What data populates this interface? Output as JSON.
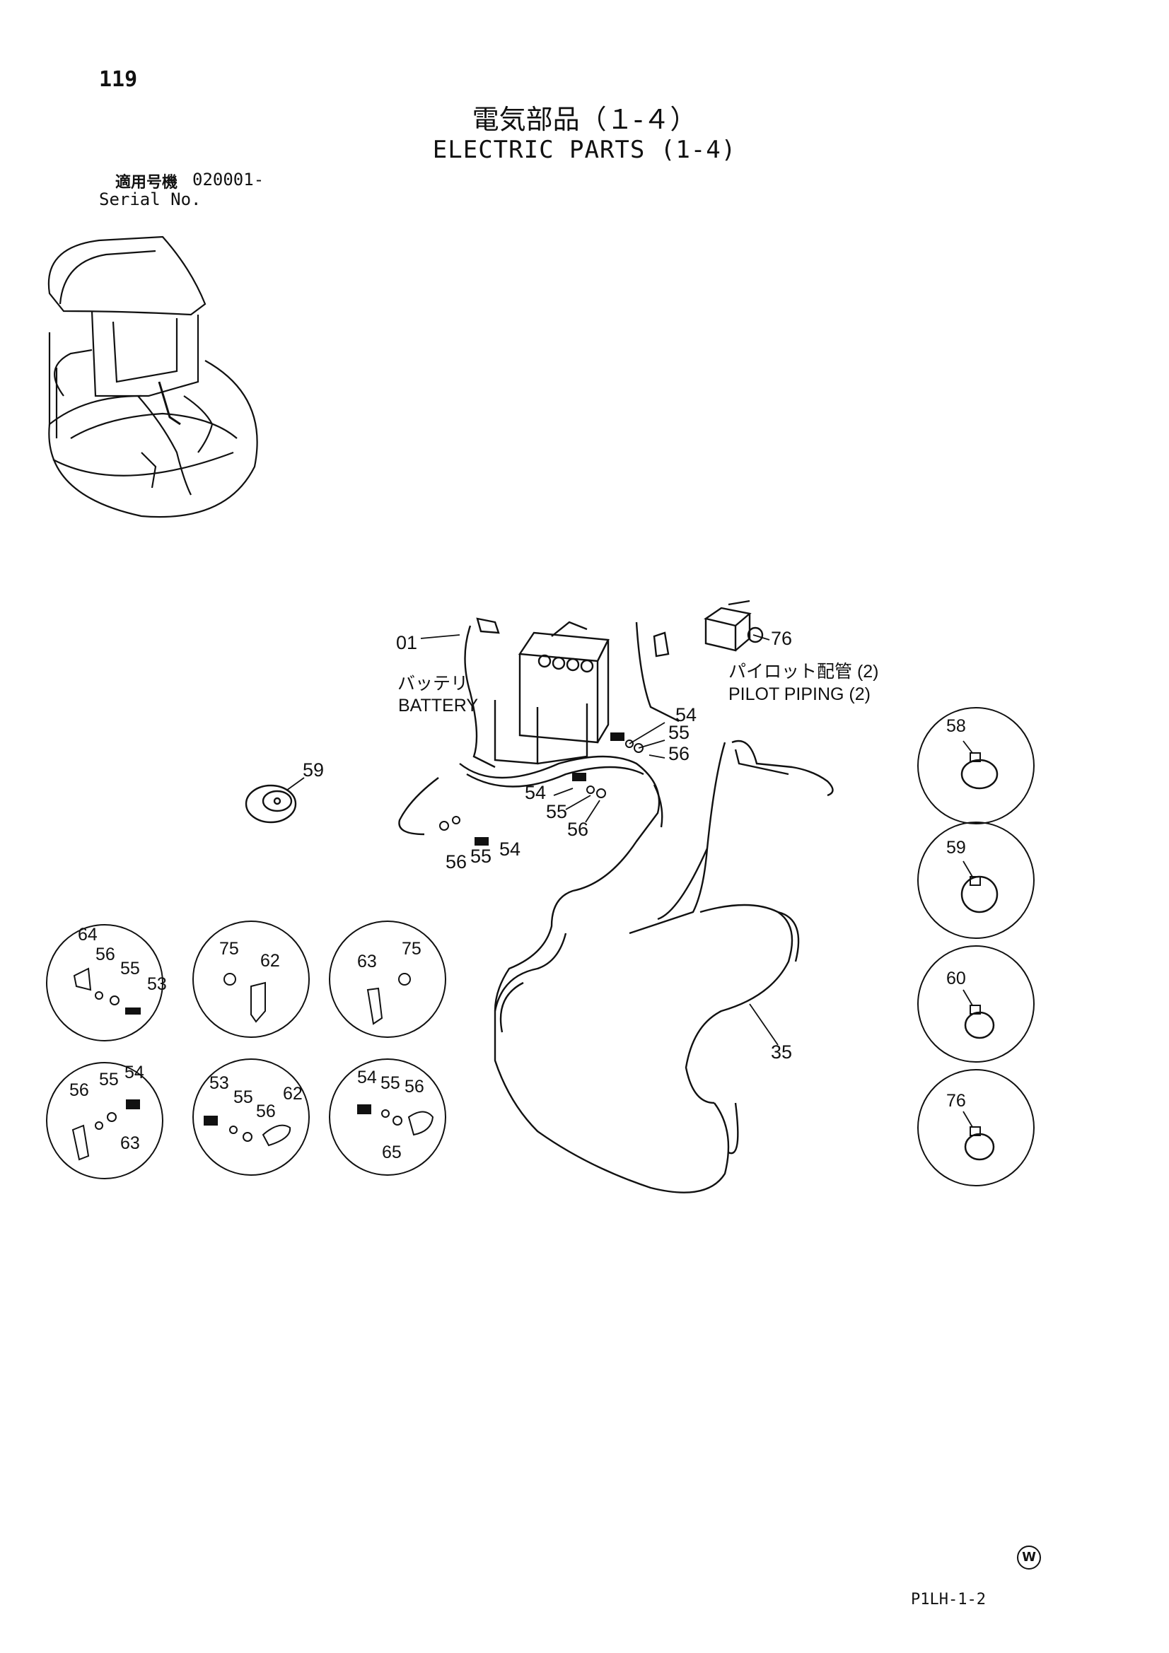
{
  "header": {
    "page_number": "119",
    "title_ja": "電気部品（１-４）",
    "title_en": "ELECTRIC PARTS (1-4)",
    "serial_label_ja": "適用号機",
    "serial_value": "020001-",
    "serial_label_en": "Serial No."
  },
  "labels": {
    "battery_ja": "バッテリ",
    "battery_en": "BATTERY",
    "pilot_ja": "パイロット配管 (2)",
    "pilot_en": "PILOT PIPING (2)"
  },
  "callouts": {
    "c01": "01",
    "c76": "76",
    "c54a": "54",
    "c55a": "55",
    "c56a": "56",
    "c54b": "54",
    "c55b": "55",
    "c56b": "56",
    "c54c": "54",
    "c55c": "55",
    "c56c": "56",
    "c59": "59",
    "c35": "35"
  },
  "details": {
    "d1": [
      "64",
      "56",
      "55",
      "53"
    ],
    "d2": [
      "75",
      "62"
    ],
    "d3": [
      "63",
      "75"
    ],
    "d4": [
      "56",
      "55",
      "54",
      "63"
    ],
    "d5": [
      "53",
      "55",
      "56",
      "62"
    ],
    "d6": [
      "54",
      "55",
      "56",
      "65"
    ],
    "r1": "58",
    "r2": "59",
    "r3": "60",
    "r4": "76"
  },
  "footer": {
    "mark": "W",
    "doc_code": "P1LH-1-2"
  }
}
